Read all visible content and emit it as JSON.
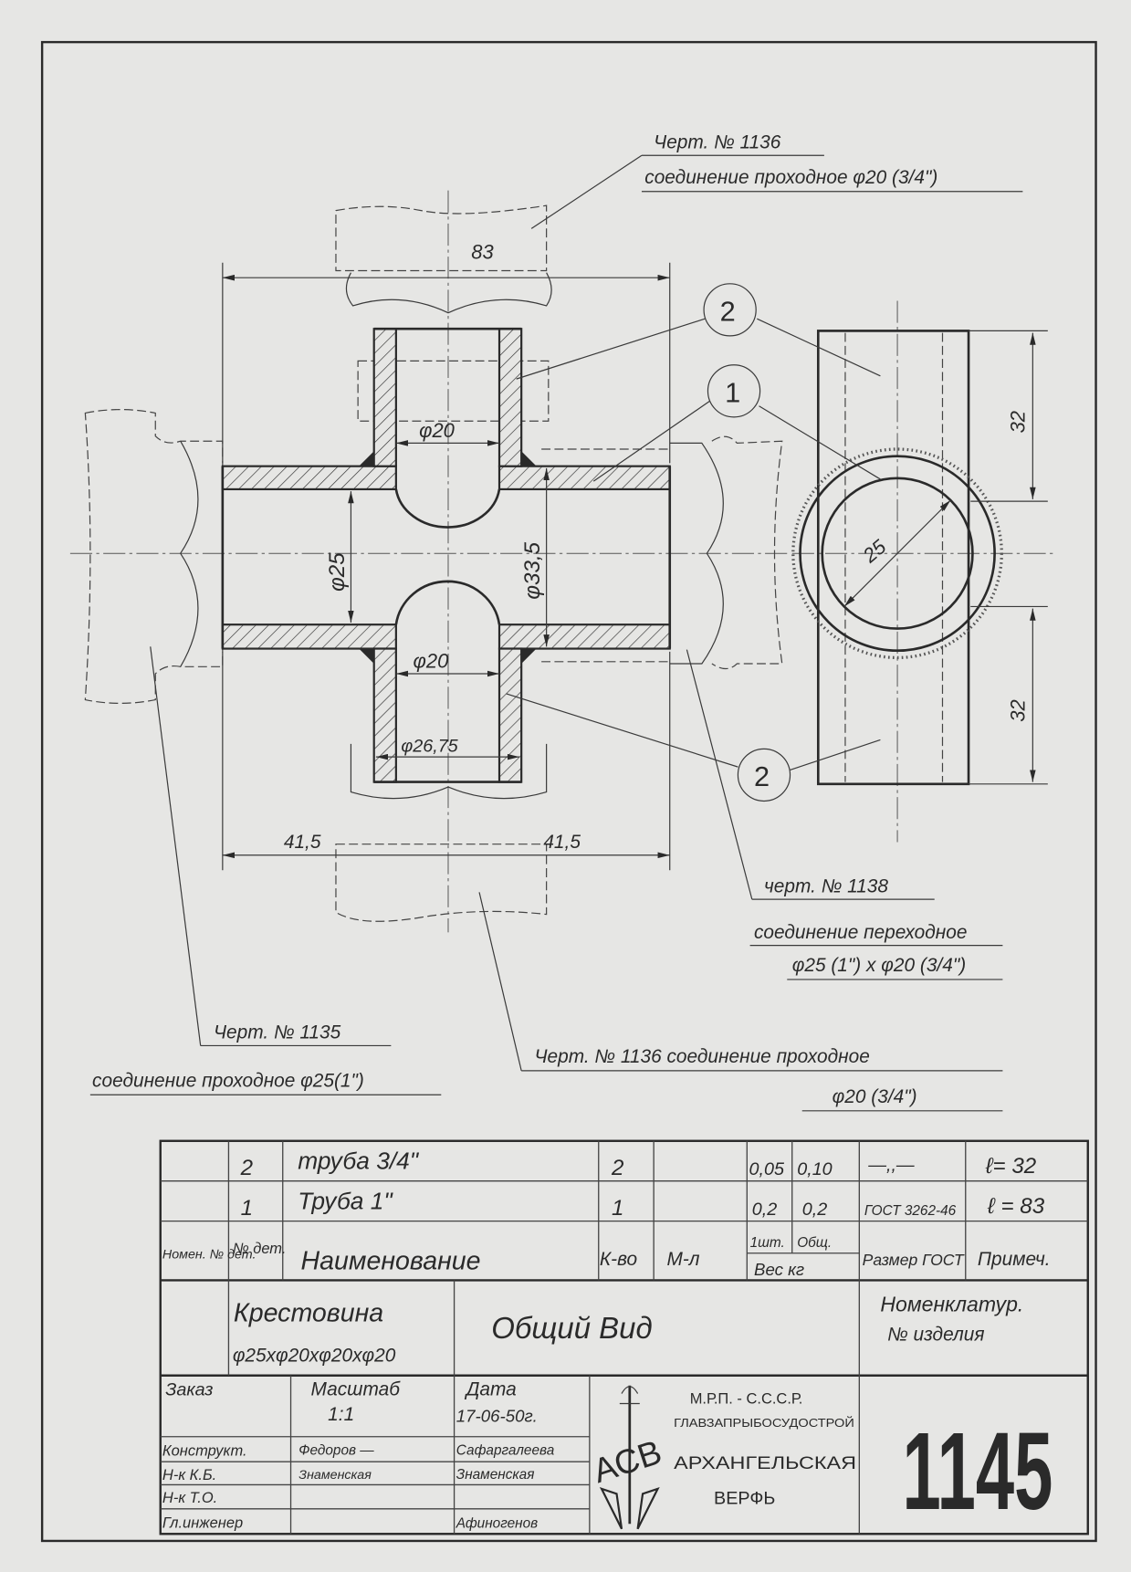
{
  "drawing": {
    "dimensions": {
      "overall_length": "83",
      "branch_inner_top": "φ20",
      "branch_inner_bottom": "φ20",
      "main_inner": "φ25",
      "main_outer": "φ33,5",
      "branch_outer": "φ26,75",
      "half_left": "41,5",
      "half_right": "41,5",
      "side_top": "32",
      "side_bottom": "32",
      "side_diameter": "25"
    },
    "balloons": [
      "2",
      "1",
      "2"
    ],
    "annotations": {
      "ref_top_title": "Черт. № 1136",
      "ref_top_desc": "соединение проходное φ20 (3/4\")",
      "ref_right_title": "черт. № 1138",
      "ref_right_desc": "соединение переходное",
      "ref_right_size": "φ25 (1\") x φ20 (3/4\")",
      "ref_left_title": "Черт. № 1135",
      "ref_left_desc": "соединение проходное φ25(1\")",
      "ref_bottom_desc": "Черт. № 1136 соединение проходное",
      "ref_bottom_size": "φ20 (3/4\")"
    }
  },
  "parts_list": {
    "rows": [
      {
        "no": "2",
        "name": "труба 3/4\"",
        "qty": "2",
        "material": "",
        "weight_each": "0,05",
        "weight_total": "0,10",
        "gost": "—,,—",
        "note": "ℓ= 32"
      },
      {
        "no": "1",
        "name": "Труба 1\"",
        "qty": "1",
        "material": "",
        "weight_each": "0,2",
        "weight_total": "0,2",
        "gost": "ГОСТ 3262-46",
        "note": "ℓ = 83"
      }
    ],
    "headers": {
      "nomen": "Номен. № дет.",
      "det_no": "№ дет.",
      "name": "Наименование",
      "qty": "К-во",
      "material": "М-л",
      "weight_each": "1шт.",
      "weight_total": "Общ.",
      "weight": "Вес кг",
      "gost": "Размер ГОСТ",
      "note": "Примеч."
    }
  },
  "title_block": {
    "part_name": "Крестовина",
    "part_size": "φ25xφ20xφ20xφ20",
    "view": "Общий Вид",
    "nomenclature_label": "Номенклатур.",
    "item_no_label": "№ изделия",
    "order_label": "Заказ",
    "scale_label": "Масштаб",
    "scale": "1:1",
    "date_label": "Дата",
    "date": "17-06-50г.",
    "roles": [
      "Конструкт.",
      "Н-к К.Б.",
      "Н-к Т.О.",
      "Гл.инженер"
    ],
    "signatures": [
      "Федоров —",
      "Знаменская",
      "",
      ""
    ],
    "names": [
      "Сафаргалеева",
      "Знаменская",
      "",
      "Афиногенов"
    ],
    "org_line1": "М.Р.П. - С.С.С.Р.",
    "org_line2": "ГЛАВЗАПРЫБОСУДОСТРОЙ",
    "org_line3": "АРХАНГЕЛЬСКАЯ",
    "org_line4": "ВЕРФЬ",
    "logo_letters": "АСВ",
    "drawing_number": "1145"
  }
}
